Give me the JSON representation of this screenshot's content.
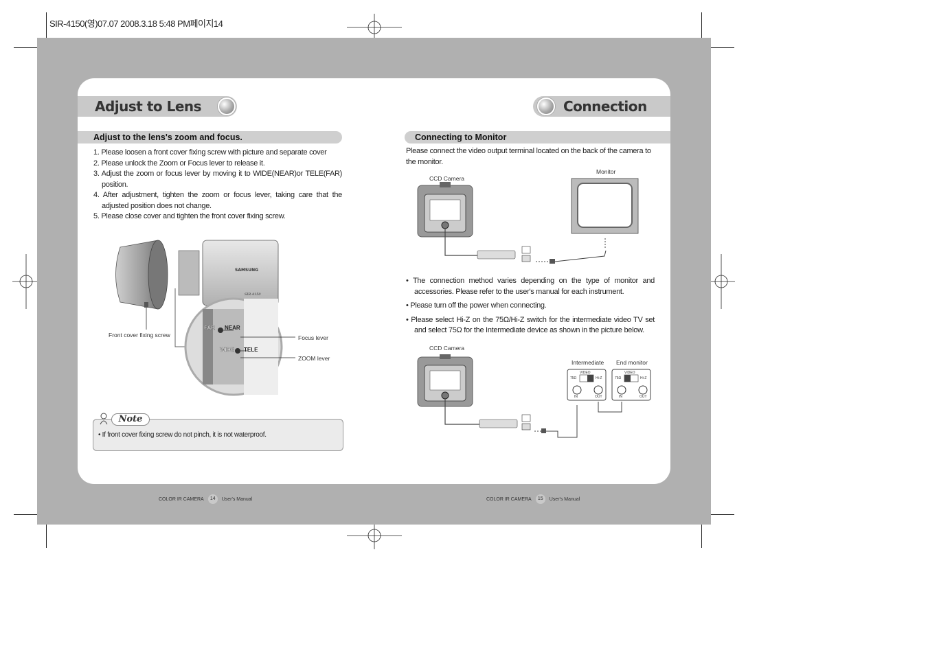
{
  "print_header": "SIR-4150(영)07.07  2008.3.18 5:48 PM페이지14",
  "left_page": {
    "title": "Adjust to Lens",
    "section_title": "Adjust to the lens's zoom and focus.",
    "steps": [
      "1. Please loosen a front cover fixing screw with picture and separate cover",
      "2. Please unlock the Zoom or Focus lever to release it.",
      "3. Adjust the zoom or focus lever by moving it to WIDE(NEAR)or TELE(FAR) position.",
      "4. After adjustment, tighten the zoom or focus lever, taking care that the adjusted position does not change.",
      "5. Please close cover and tighten the front cover fixing screw."
    ],
    "diagram_labels": {
      "front_cover_screw": "Front cover fixing screw",
      "focus_lever": "Focus  lever",
      "zoom_lever": "ZOOM lever",
      "far": "FAR",
      "near": "NEAR",
      "wide": "WIDE",
      "tele": "TELE",
      "brand": "SAMSUNG",
      "model": "SIR-4150"
    },
    "note_title": "Note",
    "note_text": "• If front cover fixing screw do not pinch, it is not waterproof.",
    "footer_product": "COLOR IR CAMERA",
    "footer_page": "14",
    "footer_manual": "User's Manual"
  },
  "right_page": {
    "title": "Connection",
    "section_title": "Connecting to Monitor",
    "intro": "Please connect the video output terminal located on the back of the camera to the monitor.",
    "diagram1_labels": {
      "camera": "CCD Camera",
      "monitor": "Monitor"
    },
    "bullets": [
      "• The connection method varies depending on the type of monitor and accessories. Please refer to the user's manual for each instrument.",
      "• Please turn off the power when connecting.",
      "• Please select Hi-Z on the 75Ω/Hi-Z switch for the intermediate video TV set and select 75Ω for the Intermediate device as shown in the picture below."
    ],
    "diagram2_labels": {
      "camera": "CCD Camera",
      "intermediate": "Intermediate",
      "end_monitor": "End monitor",
      "video": "VIDEO",
      "ohm": "75Ω",
      "hiz": "Hi-Z",
      "in": "IN",
      "out": "OUT"
    },
    "footer_product": "COLOR IR CAMERA",
    "footer_page": "15",
    "footer_manual": "User's Manual"
  }
}
